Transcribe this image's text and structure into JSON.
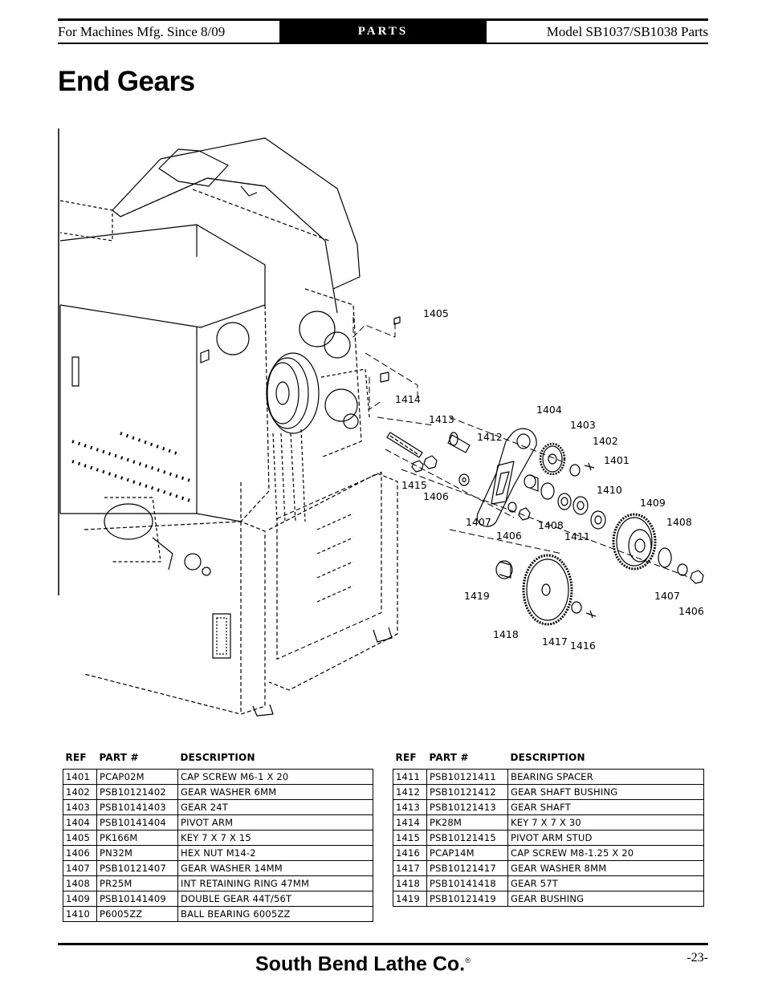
{
  "header": {
    "left": "For Machines Mfg. Since 8/09",
    "center": "PARTS",
    "right": "Model SB1037/SB1038 Parts"
  },
  "title": "End Gears",
  "callouts": {
    "c1401": "1401",
    "c1402": "1402",
    "c1403": "1403",
    "c1404": "1404",
    "c1405": "1405",
    "c1406a": "1406",
    "c1406b": "1406",
    "c1406c": "1406",
    "c1407a": "1407",
    "c1407b": "1407",
    "c1408a": "1408",
    "c1408b": "1408",
    "c1409": "1409",
    "c1410": "1410",
    "c1411": "1411",
    "c1412": "1412",
    "c1413": "1413",
    "c1414": "1414",
    "c1415": "1415",
    "c1416": "1416",
    "c1417": "1417",
    "c1418": "1418",
    "c1419": "1419"
  },
  "table_headers": {
    "ref": "REF",
    "part": "PART #",
    "desc": "DESCRIPTION"
  },
  "parts_left": [
    {
      "ref": "1401",
      "part": "PCAP02M",
      "desc": "CAP SCREW M6-1 X 20"
    },
    {
      "ref": "1402",
      "part": "PSB10121402",
      "desc": "GEAR WASHER 6MM"
    },
    {
      "ref": "1403",
      "part": "PSB10141403",
      "desc": "GEAR 24T"
    },
    {
      "ref": "1404",
      "part": "PSB10141404",
      "desc": "PIVOT ARM"
    },
    {
      "ref": "1405",
      "part": "PK166M",
      "desc": "KEY 7 X 7 X 15"
    },
    {
      "ref": "1406",
      "part": "PN32M",
      "desc": "HEX NUT M14-2"
    },
    {
      "ref": "1407",
      "part": "PSB10121407",
      "desc": "GEAR WASHER 14MM"
    },
    {
      "ref": "1408",
      "part": "PR25M",
      "desc": "INT RETAINING RING 47MM"
    },
    {
      "ref": "1409",
      "part": "PSB10141409",
      "desc": "DOUBLE GEAR 44T/56T"
    },
    {
      "ref": "1410",
      "part": "P6005ZZ",
      "desc": "BALL BEARING 6005ZZ"
    }
  ],
  "parts_right": [
    {
      "ref": "1411",
      "part": "PSB10121411",
      "desc": "BEARING SPACER"
    },
    {
      "ref": "1412",
      "part": "PSB10121412",
      "desc": "GEAR SHAFT BUSHING"
    },
    {
      "ref": "1413",
      "part": "PSB10121413",
      "desc": "GEAR SHAFT"
    },
    {
      "ref": "1414",
      "part": "PK28M",
      "desc": "KEY 7 X 7 X 30"
    },
    {
      "ref": "1415",
      "part": "PSB10121415",
      "desc": "PIVOT ARM STUD"
    },
    {
      "ref": "1416",
      "part": "PCAP14M",
      "desc": "CAP SCREW M8-1.25 X 20"
    },
    {
      "ref": "1417",
      "part": "PSB10121417",
      "desc": "GEAR WASHER 8MM"
    },
    {
      "ref": "1418",
      "part": "PSB10141418",
      "desc": "GEAR 57T"
    },
    {
      "ref": "1419",
      "part": "PSB10121419",
      "desc": "GEAR BUSHING"
    }
  ],
  "footer": {
    "brand": "South Bend Lathe Co.",
    "registered": "®",
    "page": "-23-"
  }
}
